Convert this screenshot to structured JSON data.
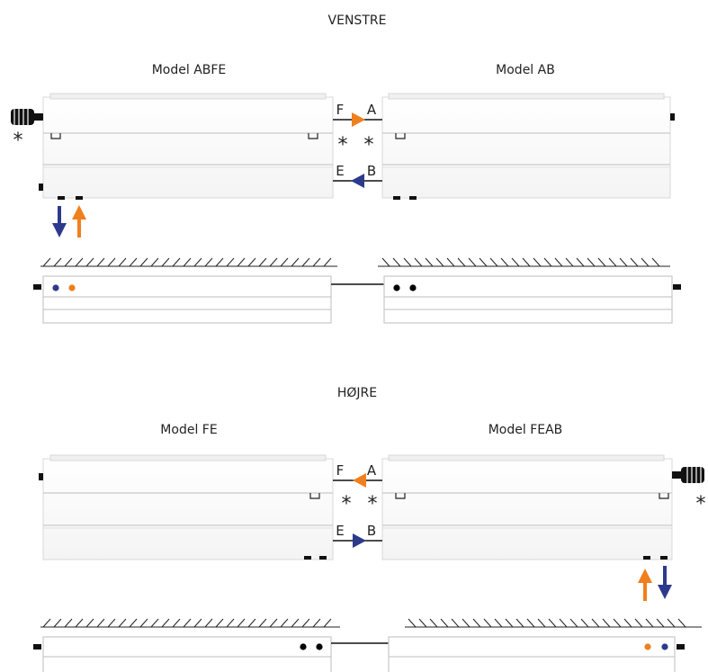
{
  "sections": [
    {
      "heading": "VENSTRE",
      "left_model": "Model ABFE",
      "right_model": "Model AB",
      "top_labels": [
        "F",
        "A"
      ],
      "bottom_labels": [
        "E",
        "B"
      ],
      "top_arrow_color": "#f07f1d",
      "bottom_arrow_color": "#2d3a8c",
      "marker": "*",
      "pipe_dots": [
        "#2d3a8c",
        "#f07f1d",
        "#000000",
        "#000000"
      ]
    },
    {
      "heading": "HØJRE",
      "left_model": "Model FE",
      "right_model": "Model FEAB",
      "top_labels": [
        "F",
        "A"
      ],
      "bottom_labels": [
        "E",
        "B"
      ],
      "top_arrow_color": "#f07f1d",
      "bottom_arrow_color": "#2d3a8c",
      "marker": "*",
      "pipe_dots": [
        "#000000",
        "#000000",
        "#f07f1d",
        "#2d3a8c"
      ]
    }
  ],
  "colors": {
    "supply": "#f07f1d",
    "return": "#2d3a8c",
    "panel_line": "#c9c9c9",
    "wall_hatch": "#222222"
  },
  "icons": [
    "thermostat-valve-icon",
    "flow-arrow-icon",
    "pipe-connection-dot-icon",
    "wall-hatch-icon",
    "bracket-icon"
  ]
}
